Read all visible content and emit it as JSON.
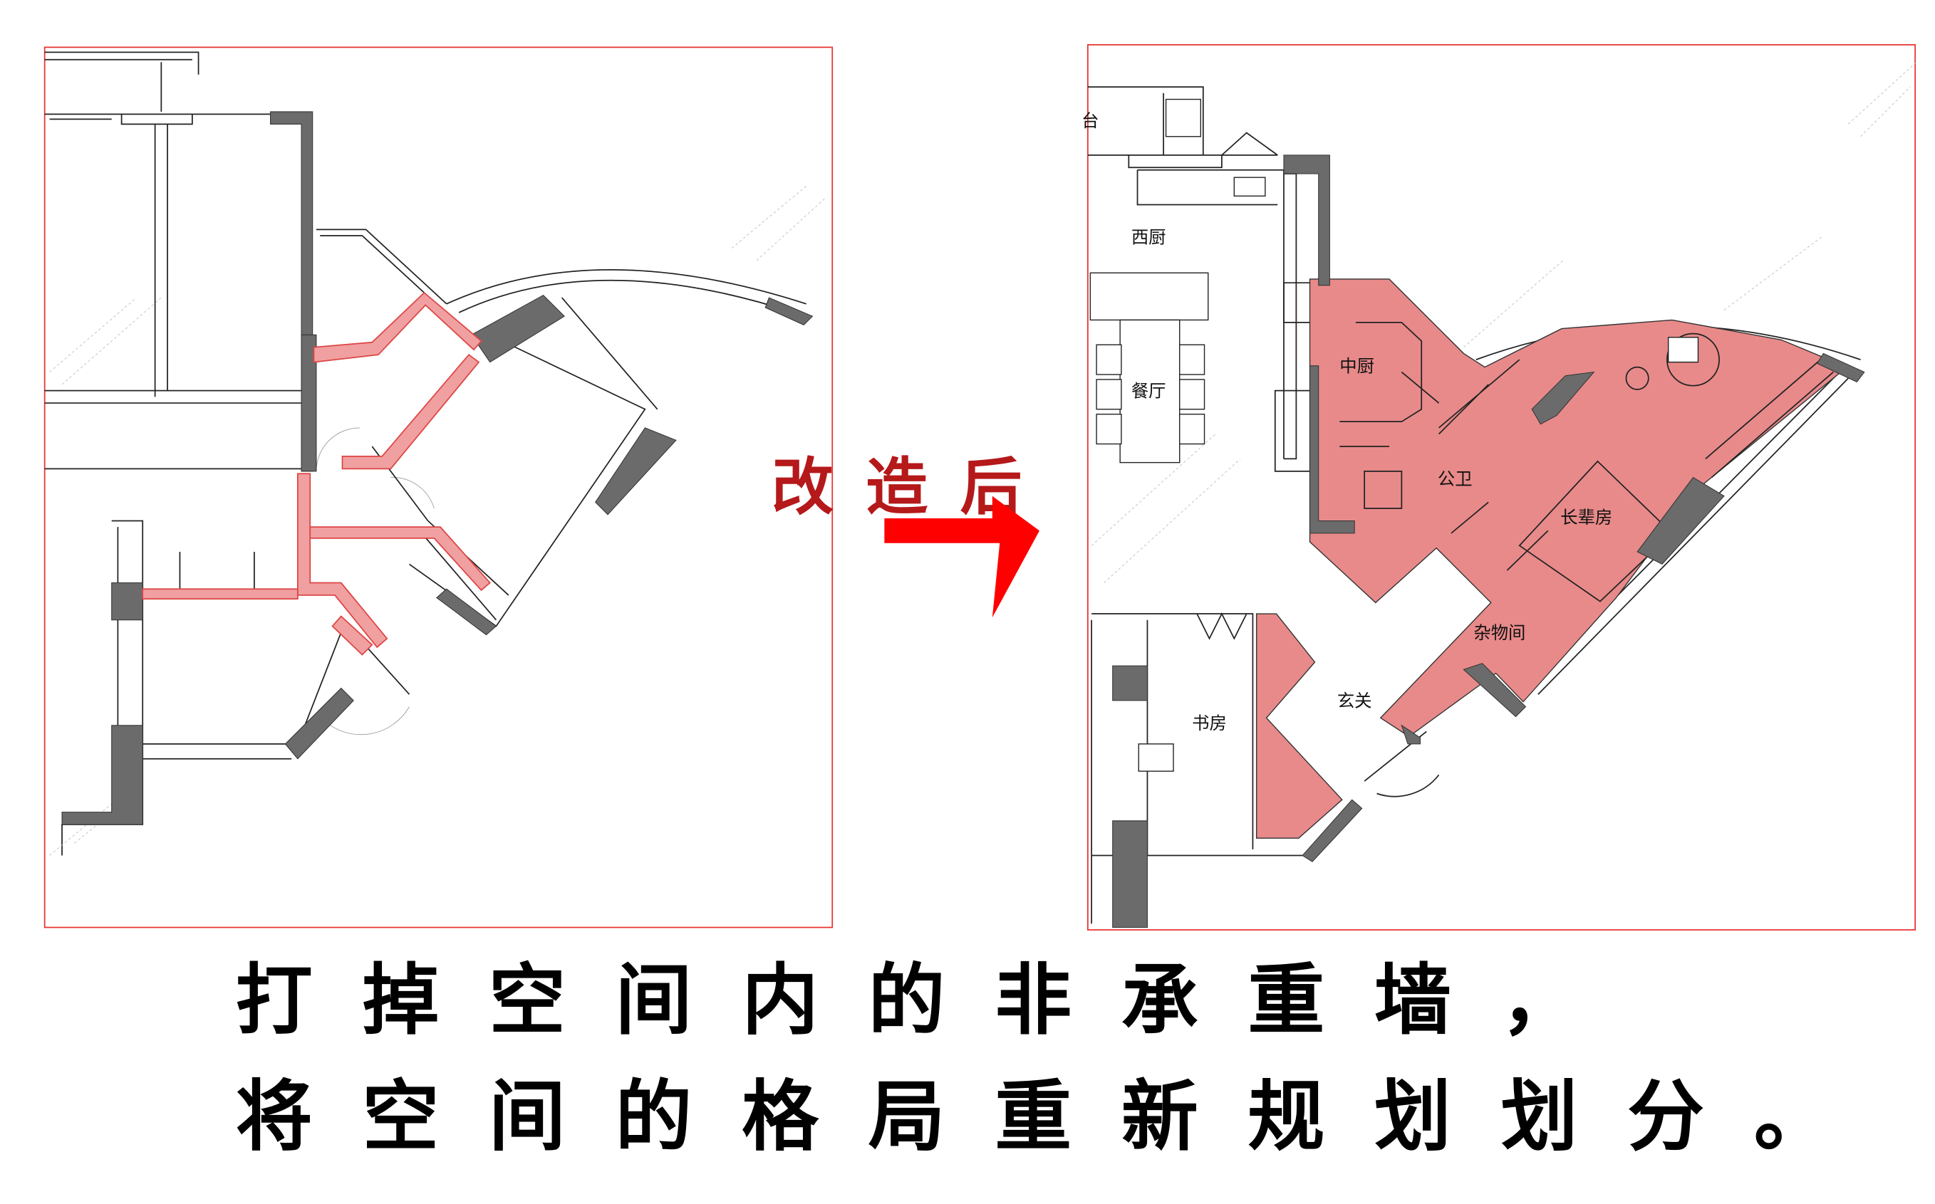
{
  "before_plan": {
    "highlight_color": "#f0a0a0"
  },
  "transition": {
    "label": "改造后",
    "arrow_color": "#ff0000",
    "label_color": "#b5191a"
  },
  "after_plan": {
    "highlight_color": "#e88a8a",
    "rooms": {
      "balcony_partial": "台",
      "western_kitchen": "西厨",
      "dining": "餐厅",
      "chinese_kitchen": "中厨",
      "public_bath": "公卫",
      "elder_room": "长辈房",
      "storage": "杂物间",
      "entry": "玄关",
      "study": "书房"
    }
  },
  "caption": {
    "line1": "打掉空间内的非承重墙，",
    "line2": "将空间的格局重新规划划分。"
  }
}
